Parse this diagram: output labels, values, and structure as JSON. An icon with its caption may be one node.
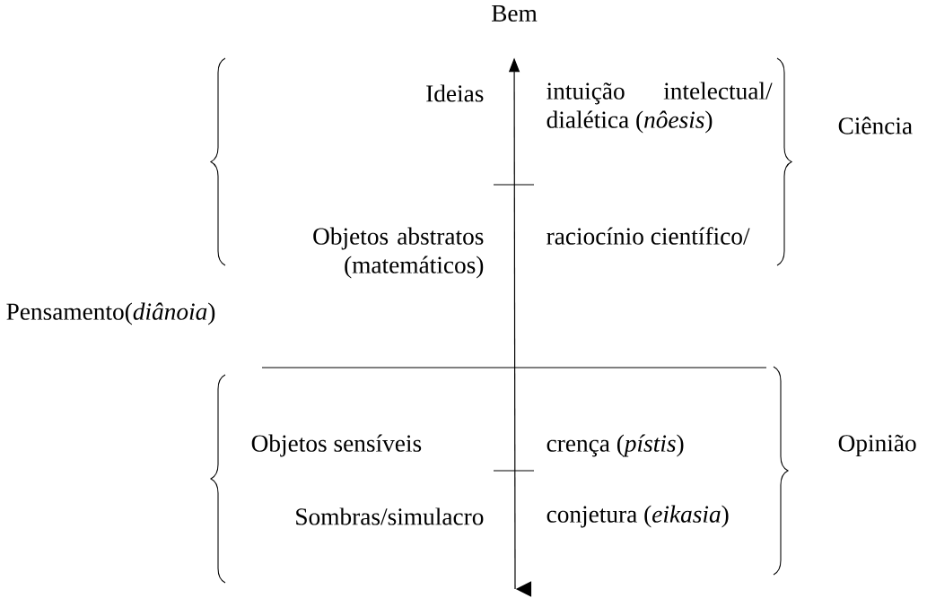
{
  "diagram": {
    "nodes": [
      {
        "text": [
          "Bem"
        ]
      },
      {
        "text": [],
        "shape": "triangle"
      }
    ],
    "edges": [
      {
        "from": 1,
        "to": 0,
        "arrow": "to"
      }
    ],
    "labels": [
      "Ideias",
      "intuição intelectual/ dialética (*nôesis*)",
      "Ciência",
      "Objetos abstratos (matemáticos)",
      "raciocínio científico/",
      "Pensamento(*diânoia*)",
      "Objetos sensíveis",
      "crença (*pístis*)",
      "Opinião",
      "Sombras/simulacro",
      "conjetura (*eikasia*)"
    ]
  }
}
